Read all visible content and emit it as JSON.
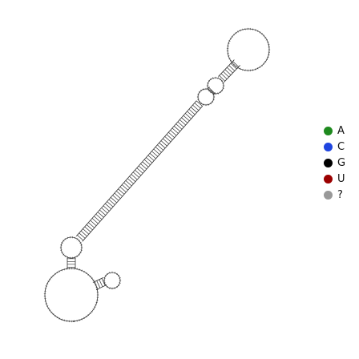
{
  "legend": {
    "items": [
      {
        "label": "A",
        "color": "#1e8a1e"
      },
      {
        "label": "C",
        "color": "#1f45e0"
      },
      {
        "label": "G",
        "color": "#000000"
      },
      {
        "label": "U",
        "color": "#9b0000"
      },
      {
        "label": "?",
        "color": "#999999"
      }
    ]
  }
}
